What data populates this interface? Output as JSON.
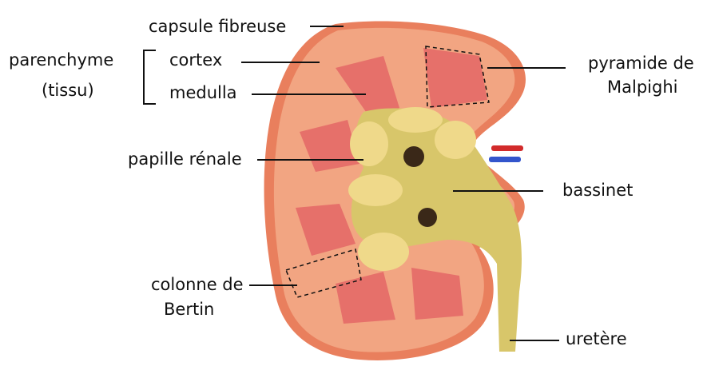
{
  "labels": {
    "capsule_fibreuse": "capsule fibreuse",
    "parenchyme": "parenchyme",
    "tissu": "(tissu)",
    "cortex": "cortex",
    "medulla": "medulla",
    "pyramide_line1": "pyramide de",
    "pyramide_line2": "Malpighi",
    "papille_renale": "papille rénale",
    "bassinet": "bassinet",
    "colonne_line1": "colonne de",
    "colonne_line2": "Bertin",
    "uretere": "uretère"
  },
  "colors": {
    "cortex": "#f2a582",
    "capsule": "#e97f5d",
    "pyramid": "#e6706a",
    "pelvis": "#d8c66a",
    "calyx": "#efd98a",
    "leader_line": "#111111"
  }
}
